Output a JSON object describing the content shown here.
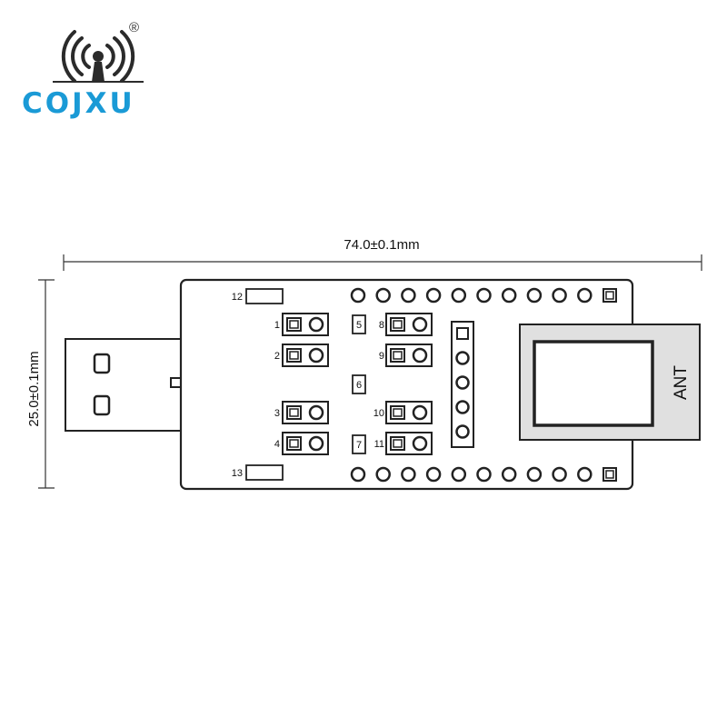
{
  "brand": {
    "name": "COJXU",
    "registered_mark": "®",
    "logo_icon": "wireless-antenna-icon",
    "brand_color": "#1a9ad6"
  },
  "dimensions": {
    "width_label": "74.0±0.1mm",
    "height_label": "25.0±0.1mm"
  },
  "board": {
    "antenna_label": "ANT",
    "pin_labels": [
      "1",
      "2",
      "3",
      "4",
      "5",
      "6",
      "7",
      "8",
      "9",
      "10",
      "11",
      "12",
      "13"
    ],
    "header_pin_count": 11,
    "vertical_header_pin_count": 5
  }
}
